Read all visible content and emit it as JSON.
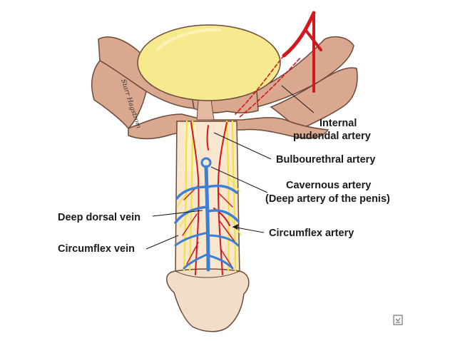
{
  "diagram": {
    "labels": {
      "internal_pudendal_line1": "Internal",
      "internal_pudendal_line2": "pudendal artery",
      "bulbourethral": "Bulbourethral artery",
      "cavernous_line1": "Cavernous artery",
      "cavernous_line2": "(Deep artery of the penis)",
      "deep_dorsal_vein": "Deep dorsal vein",
      "circumflex_artery": "Circumflex artery",
      "circumflex_vein": "Circumflex vein"
    },
    "signature": "Starr Hagstrom",
    "colors": {
      "bladder": "#f7e98e",
      "pelvis": "#d9a88f",
      "pelvis_outline": "#6b4a3a",
      "skin": "#f8e6cf",
      "glans": "#f2ddc8",
      "artery": "#d4171c",
      "vein": "#3b7fd6",
      "nerve": "#f0e23a"
    },
    "corner_icon": "page-icon"
  }
}
